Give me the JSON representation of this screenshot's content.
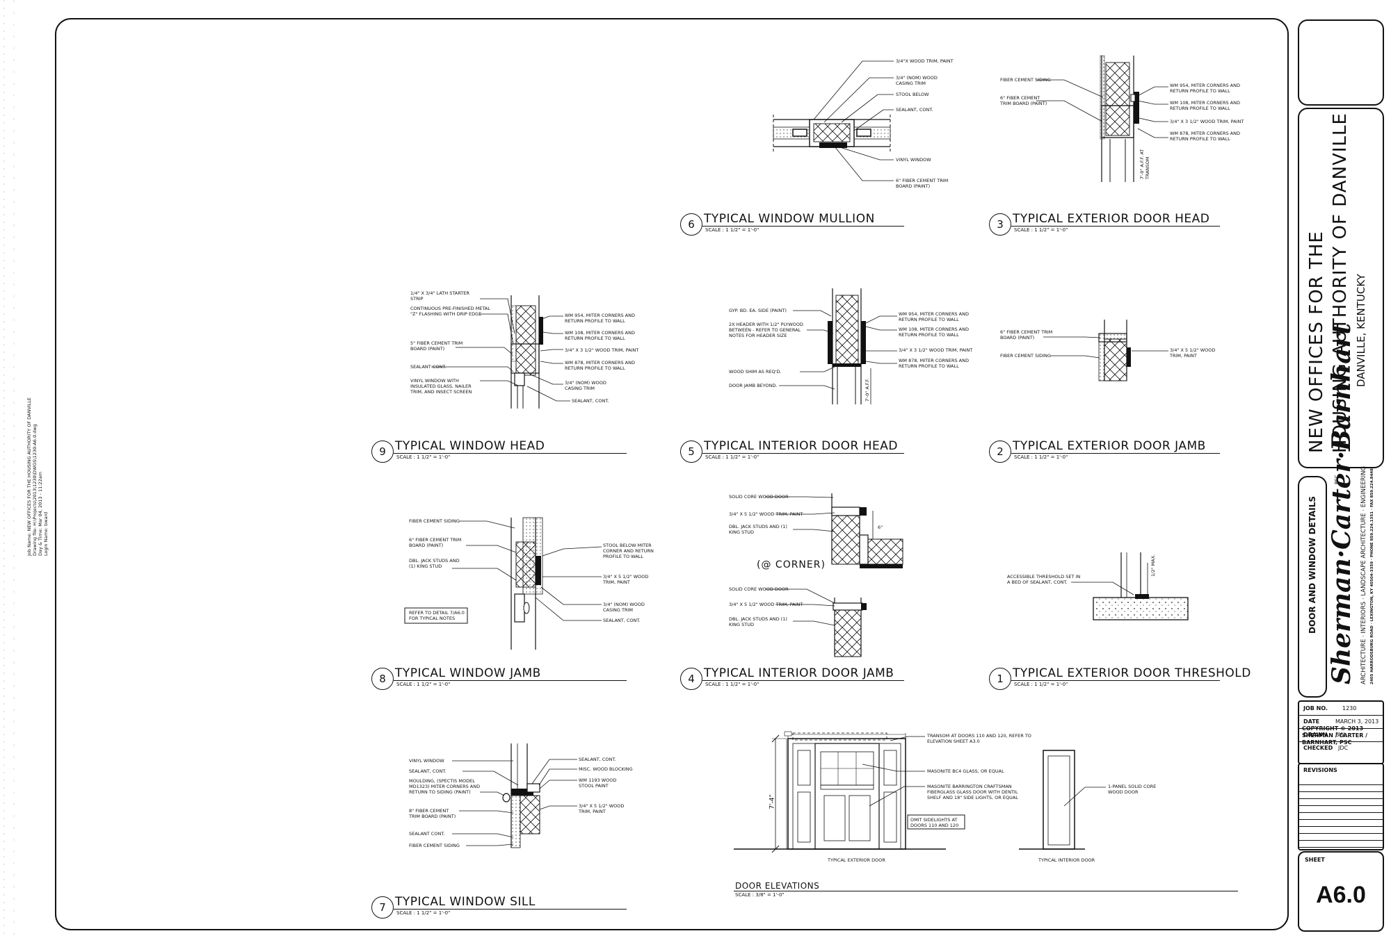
{
  "plot_info": {
    "job_name_label": "Job Name:",
    "job_name": "NEW OFFICES FOR THE HOUSING AUTHORITY OF DANVILLE",
    "drawing_file_label": "Drawing file:",
    "drawing_file": "H:\\Projects\\2013\\1230\\DWGS\\1230-A6.0.dwg",
    "date_time_label": "Day & Time:",
    "date_time": "Mar 04, 2013 - 11:22am",
    "login_label": "Login Name:",
    "login": "bward"
  },
  "title_block": {
    "project_line1": "NEW OFFICES FOR THE",
    "project_line2": "HOUSING AUTHORITY OF DANVILLE",
    "project_line3": "DANVILLE, KENTUCKY",
    "sheet_name": "DOOR AND WINDOW DETAILS",
    "firm_name": "Sherman·Carter·Barnhart",
    "firm_suffix": "PSC",
    "firm_services": "ARCHITECTURE · INTERIORS · LANDSCAPE ARCHITECTURE · ENGINEERING",
    "firm_address": "2405 HARRODSBURG ROAD · LEXINGTON, KY 40504-3359 · PHONE 859.224.1351 · FAX 859.224.8448",
    "job_no_label": "JOB NO.",
    "job_no": "1230",
    "date_label": "DATE",
    "date": "MARCH 3, 2013",
    "drawn_label": "DRAWN",
    "drawn": "BW",
    "checked_label": "CHECKED",
    "checked": "JDC",
    "copyright_line1": "COPYRIGHT © 2013",
    "copyright_line2": "SHERMAN / CARTER /",
    "copyright_line3": "BARNHART, PSC",
    "revisions_label": "REVISIONS",
    "sheet_label": "SHEET",
    "sheet_number": "A6.0"
  },
  "details": [
    {
      "num": "6",
      "title": "TYPICAL WINDOW MULLION",
      "scale": "SCALE : 1 1/2\" = 1'-0\""
    },
    {
      "num": "3",
      "title": "TYPICAL EXTERIOR DOOR HEAD",
      "scale": "SCALE : 1 1/2\" = 1'-0\""
    },
    {
      "num": "9",
      "title": "TYPICAL WINDOW HEAD",
      "scale": "SCALE : 1 1/2\" = 1'-0\""
    },
    {
      "num": "5",
      "title": "TYPICAL INTERIOR DOOR HEAD",
      "scale": "SCALE : 1 1/2\" = 1'-0\""
    },
    {
      "num": "2",
      "title": "TYPICAL EXTERIOR DOOR JAMB",
      "scale": "SCALE : 1 1/2\" = 1'-0\""
    },
    {
      "num": "8",
      "title": "TYPICAL WINDOW JAMB",
      "scale": "SCALE : 1 1/2\" = 1'-0\""
    },
    {
      "num": "4",
      "title": "TYPICAL INTERIOR DOOR JAMB",
      "scale": "SCALE : 1 1/2\" = 1'-0\""
    },
    {
      "num": "1",
      "title": "TYPICAL EXTERIOR DOOR THRESHOLD",
      "scale": "SCALE : 1 1/2\" = 1'-0\""
    },
    {
      "num": "7",
      "title": "TYPICAL WINDOW SILL",
      "scale": "SCALE : 1 1/2\" = 1'-0\""
    }
  ],
  "door_elevations": {
    "title": "DOOR ELEVATIONS",
    "scale": "SCALE : 3/8\" = 1'-0\"",
    "exterior_caption": "TYPICAL EXTERIOR DOOR",
    "interior_caption": "TYPICAL INTERIOR DOOR",
    "height_dim": "7'-4\"",
    "notes": {
      "transom": "TRANSOM AT DOORS 110 AND 120, REFER TO ELEVATION SHEET A3.0",
      "masonite_glass": "MASONITE BC4 GLASS, OR EQUAL",
      "masonite_door": "MASONITE BARRINGTON CRAFTSMAN FIBERGLASS GLASS DOOR WITH DENTIL SHELF AND 18\" SIDE LIGHTS, OR EQUAL",
      "omit": "OMIT SIDELIGHTS AT DOORS 110 AND 120",
      "interior": "1-PANEL SOLID CORE WOOD DOOR"
    }
  },
  "notes": {
    "d6": [
      "3/4\"X WOOD TRIM, PAINT",
      "3/4\" (NOM) WOOD CASING TRIM",
      "STOOL BELOW",
      "SEALANT, CONT.",
      "VINYL WINDOW",
      "6\" FIBER CEMENT TRIM BOARD (PAINT)"
    ],
    "d3": [
      "FIBER CEMENT SIDING",
      "6\" FIBER CEMENT TRIM BOARD (PAINT)",
      "WM 954, MITER CORNERS AND RETURN PROFILE TO WALL",
      "WM 108, MITER CORNERS AND RETURN PROFILE TO WALL",
      "3/4\" X 3 1/2\" WOOD TRIM, PAINT",
      "WM 878, MITER CORNERS AND RETURN PROFILE TO WALL",
      "7'-0\" A.F.F. AT TRANSOM"
    ],
    "d9": [
      "1/4\" X 3/4\" LATH STARTER STRIP",
      "CONTINUOUS PRE-FINISHED METAL \"Z\" FLASHING WITH DRIP EDGE",
      "5\" FIBER CEMENT TRIM BOARD (PAINT)",
      "SEALANT CONT.",
      "VINYL WINDOW WITH INSULATED GLASS, NAILER TRIM, AND INSECT SCREEN",
      "WM 954, MITER CORNERS AND RETURN PROFILE TO WALL",
      "WM 108, MITER CORNERS AND RETURN PROFILE TO WALL",
      "3/4\" X 3 1/2\" WOOD TRIM, PAINT",
      "WM 878, MITER CORNERS AND RETURN PROFILE TO WALL",
      "3/4\" (NOM) WOOD CASING TRIM",
      "SEALANT, CONT."
    ],
    "d5": [
      "GYP. BD. EA. SIDE (PAINT)",
      "2x HEADER WITH 1/2\" PLYWOOD BETWEEN - REFER TO GENERAL NOTES FOR HEADER SIZE",
      "WOOD SHIM AS REQ'D.",
      "DOOR JAMB BEYOND.",
      "WM 954, MITER CORNERS AND RETURN PROFILE TO WALL",
      "WM 108, MITER CORNERS AND RETURN PROFILE TO WALL",
      "3/4\" X 3 1/2\" WOOD TRIM, PAINT",
      "WM 878, MITER CORNERS AND RETURN PROFILE TO WALL",
      "7'-0\" A.F.F."
    ],
    "d2": [
      "6\" FIBER CEMENT TRIM BOARD (PAINT)",
      "FIBER CEMENT SIDING",
      "3/4\" X 5 1/2\" WOOD TRIM, PAINT"
    ],
    "d8": [
      "FIBER CEMENT SIDING",
      "6\" FIBER CEMENT TRIM BOARD (PAINT)",
      "DBL. JACK STUDS AND (1) KING STUD",
      "REFER TO DETAIL 7/A6.0 FOR TYPICAL NOTES",
      "STOOL BELOW MITER CORNER AND RETURN PROFILE TO WALL",
      "3/4\" X 5 1/2\" WOOD TRIM, PAINT",
      "3/4\" (NOM) WOOD CASING TRIM",
      "SEALANT, CONT."
    ],
    "d4": [
      "SOLID CORE WOOD DOOR",
      "3/4\" X 5 1/2\" WOOD TRIM, PAINT",
      "DBL. JACK STUDS AND (1) KING STUD",
      "(@ CORNER)",
      "SOLID CORE WOOD DOOR",
      "3/4\" X 5 1/2\" WOOD TRIM, PAINT",
      "DBL. JACK STUDS AND (1) KING STUD",
      "6\""
    ],
    "d1": [
      "ACCESSIBLE THRESHOLD SET IN A BED OF SEALANT, CONT.",
      "1/2\" MAX."
    ],
    "d7": [
      "VINYL WINDOW",
      "SEALANT, CONT.",
      "MOULDING, (SPECTIS MODEL MD1323) MITER CORNERS AND RETURN TO SIDING (PAINT)",
      "8\" FIBER CEMENT TRIM BOARD (PAINT)",
      "SEALANT CONT.",
      "FIBER CEMENT SIDING",
      "SEALANT, CONT.",
      "MISC. WOOD BLOCKING",
      "WM 1193 WOOD STOOL PAINT",
      "3/4\" X 5 1/2\" WOOD TRIM, PAINT"
    ]
  }
}
